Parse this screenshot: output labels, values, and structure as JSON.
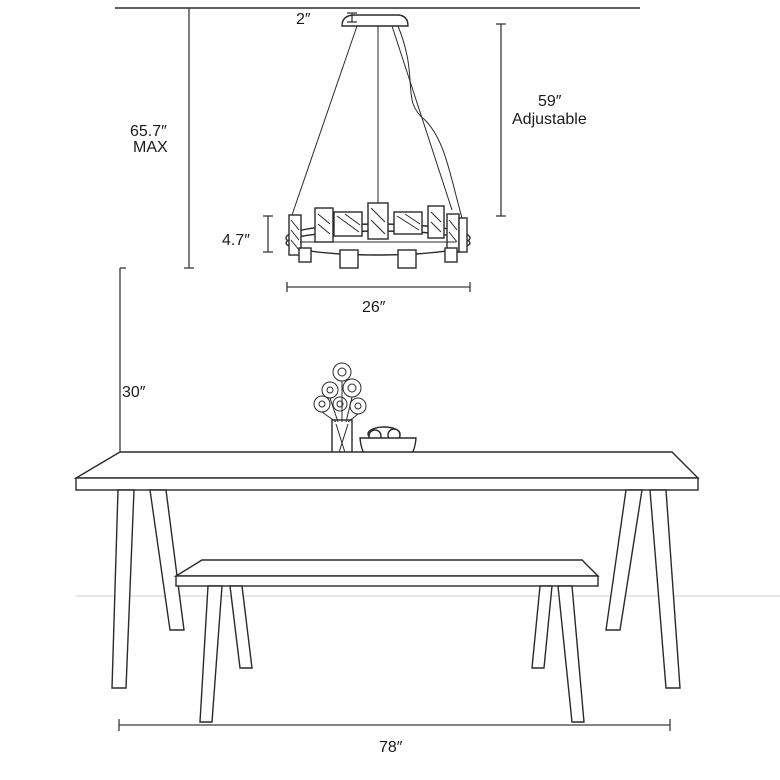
{
  "dimensions": {
    "canopy_height": "2″",
    "adjustable_height": "59″",
    "adjustable_label": "Adjustable",
    "max_height": "65.7″",
    "max_label": "MAX",
    "fixture_height": "4.7″",
    "fixture_width": "26″",
    "table_height": "30″",
    "table_length": "78″"
  },
  "colors": {
    "line": "#2a2a2a",
    "floor": "#cfcfcf",
    "background": "#ffffff"
  }
}
